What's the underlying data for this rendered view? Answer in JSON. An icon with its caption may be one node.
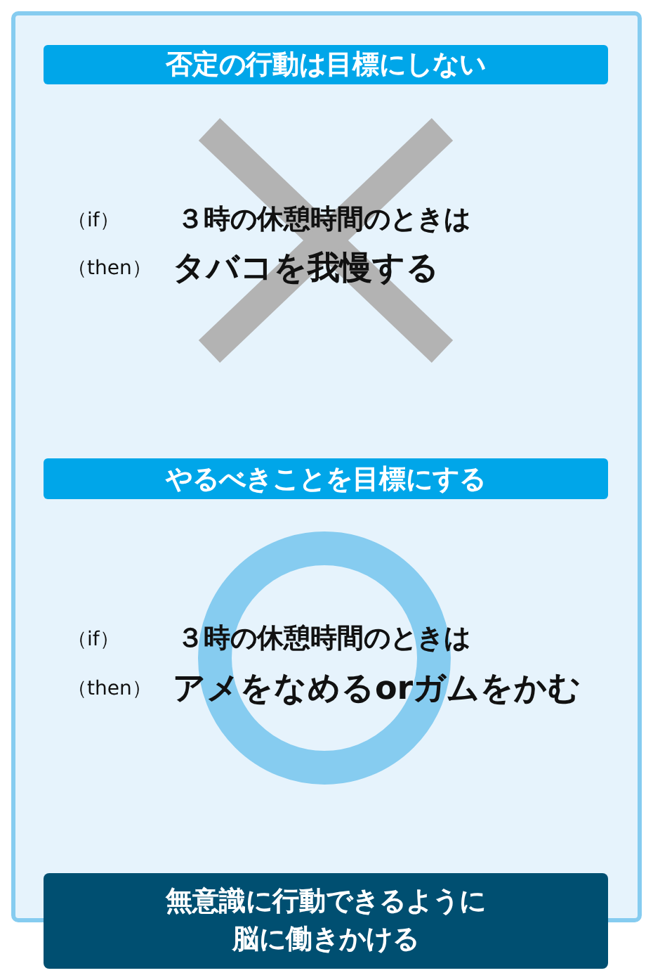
{
  "diagram": {
    "nodes": [
      {
        "text": [],
        "shape": "box"
      },
      {
        "text": [
          "否定の行動は目標にしない"
        ],
        "in": 0
      },
      {
        "text": [
          "やるべきことを目標にする"
        ],
        "in": 0
      },
      {
        "text": [
          "無意識に行動できるように脳に働きかける"
        ]
      }
    ],
    "edges": [],
    "labels": [
      "（if）",
      "３時の休憩時間のときは",
      "（then）",
      "タバコを我慢する",
      "（if）",
      "３時の休憩時間のときは",
      "（then）",
      "アメをなめるorガムをかむ"
    ]
  }
}
